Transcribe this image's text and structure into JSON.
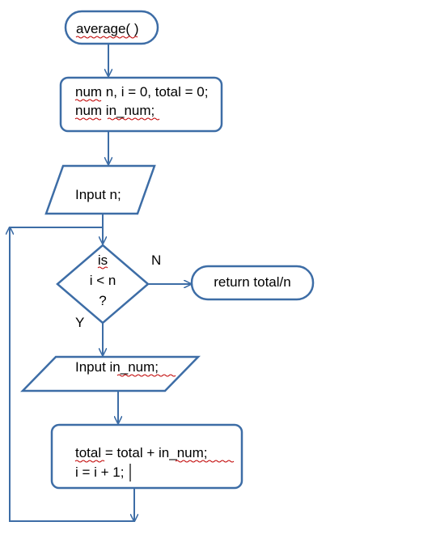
{
  "colors": {
    "stroke": "#3d6da6",
    "squiggle_red": "#c00000",
    "squiggle_green": "#3f8f3f",
    "text": "#000000",
    "background": "#ffffff"
  },
  "nodes": {
    "start": {
      "type": "terminator",
      "label": "average( )"
    },
    "declare": {
      "type": "process",
      "lines": [
        "num n, i = 0, total = 0;",
        "num in_num;"
      ]
    },
    "input_n": {
      "type": "input-output",
      "label": "Input n;"
    },
    "decision": {
      "type": "decision",
      "lines": [
        "is",
        "i < n",
        "?"
      ]
    },
    "return": {
      "type": "terminator",
      "label": "return total/n"
    },
    "input_num": {
      "type": "input-output",
      "label": "Input in_num;"
    },
    "update": {
      "type": "process",
      "lines": [
        "total = total + in_num;",
        "i = i + 1;"
      ]
    }
  },
  "edge_labels": {
    "no": "N",
    "yes": "Y"
  }
}
